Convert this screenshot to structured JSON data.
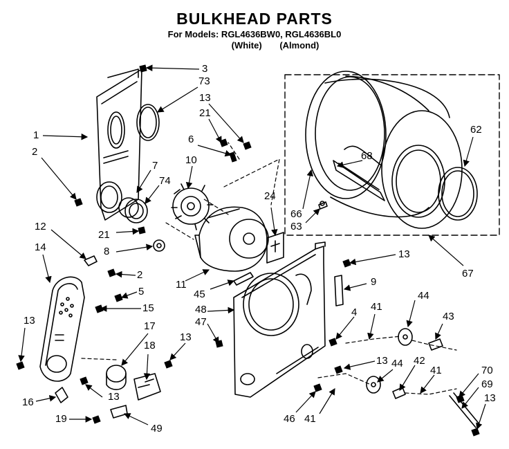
{
  "header": {
    "title": "BULKHEAD PARTS",
    "models_line": "For Models: RGL4636BW0, RGL4636BL0",
    "color_white": "(White)",
    "color_almond": "(Almond)"
  },
  "callouts": [
    {
      "id": "c3",
      "text": "3"
    },
    {
      "id": "c73",
      "text": "73"
    },
    {
      "id": "c13a",
      "text": "13"
    },
    {
      "id": "c21a",
      "text": "21"
    },
    {
      "id": "c1",
      "text": "1"
    },
    {
      "id": "c2a",
      "text": "2"
    },
    {
      "id": "c6",
      "text": "6"
    },
    {
      "id": "c7",
      "text": "7"
    },
    {
      "id": "c74",
      "text": "74"
    },
    {
      "id": "c10",
      "text": "10"
    },
    {
      "id": "c12",
      "text": "12"
    },
    {
      "id": "c14",
      "text": "14"
    },
    {
      "id": "c21b",
      "text": "21"
    },
    {
      "id": "c8",
      "text": "8"
    },
    {
      "id": "c2b",
      "text": "2"
    },
    {
      "id": "c5",
      "text": "5"
    },
    {
      "id": "c15",
      "text": "15"
    },
    {
      "id": "c24",
      "text": "24"
    },
    {
      "id": "c11",
      "text": "11"
    },
    {
      "id": "c45",
      "text": "45"
    },
    {
      "id": "c48",
      "text": "48"
    },
    {
      "id": "c47",
      "text": "47"
    },
    {
      "id": "c13b",
      "text": "13"
    },
    {
      "id": "c9",
      "text": "9"
    },
    {
      "id": "c4",
      "text": "4"
    },
    {
      "id": "c41a",
      "text": "41"
    },
    {
      "id": "c44a",
      "text": "44"
    },
    {
      "id": "c43",
      "text": "43"
    },
    {
      "id": "c68",
      "text": "68"
    },
    {
      "id": "c66",
      "text": "66"
    },
    {
      "id": "c63",
      "text": "63"
    },
    {
      "id": "c62",
      "text": "62"
    },
    {
      "id": "c67",
      "text": "67"
    },
    {
      "id": "c13c",
      "text": "13"
    },
    {
      "id": "c17",
      "text": "17"
    },
    {
      "id": "c18",
      "text": "18"
    },
    {
      "id": "c13d",
      "text": "13"
    },
    {
      "id": "c13e",
      "text": "13"
    },
    {
      "id": "c16",
      "text": "16"
    },
    {
      "id": "c19",
      "text": "19"
    },
    {
      "id": "c49",
      "text": "49"
    },
    {
      "id": "c13f",
      "text": "13"
    },
    {
      "id": "c44b",
      "text": "44"
    },
    {
      "id": "c42",
      "text": "42"
    },
    {
      "id": "c41b",
      "text": "41"
    },
    {
      "id": "c46",
      "text": "46"
    },
    {
      "id": "c41c",
      "text": "41"
    },
    {
      "id": "c70",
      "text": "70"
    },
    {
      "id": "c69",
      "text": "69"
    },
    {
      "id": "c13g",
      "text": "13"
    }
  ]
}
